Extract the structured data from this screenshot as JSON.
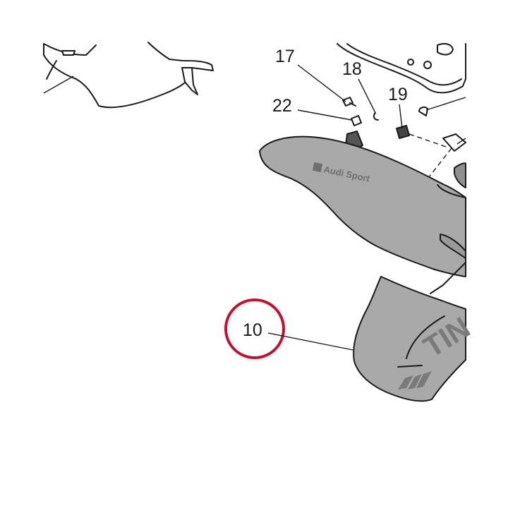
{
  "callouts": [
    {
      "id": "17",
      "label": "17"
    },
    {
      "id": "18",
      "label": "18"
    },
    {
      "id": "19",
      "label": "19"
    },
    {
      "id": "22",
      "label": "22"
    },
    {
      "id": "10",
      "label": "10",
      "highlighted": true
    }
  ],
  "branding": {
    "cover_logo_text": "Audi Sport",
    "lower_cover_lettering": "TIN"
  },
  "colors": {
    "part_fill": "#a9a9a9",
    "part_fill_dark": "#8f8f8f",
    "outline": "#1a1a1a",
    "highlight_ring": "#c8102e",
    "background": "#ffffff"
  }
}
